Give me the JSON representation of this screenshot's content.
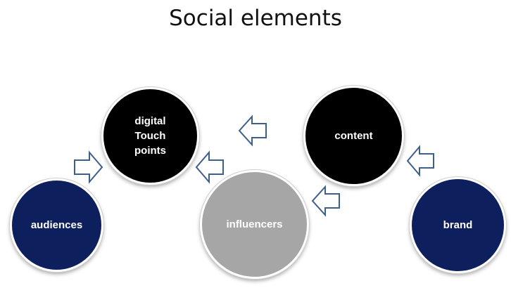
{
  "title": "Social elements",
  "nodes": {
    "digital_touch_points": {
      "label": "digital\nTouch\npoints",
      "color": "#000000"
    },
    "content": {
      "label": "content",
      "color": "#000000"
    },
    "audiences": {
      "label": "audiences",
      "color": "#0d1f5c"
    },
    "influencers": {
      "label": "influencers",
      "color": "#a6a6a6"
    },
    "brand": {
      "label": "brand",
      "color": "#0d1f5c"
    }
  },
  "arrow_color": "#3d5f8c",
  "edges": [
    {
      "from": "audiences",
      "to": "digital_touch_points"
    },
    {
      "from": "influencers",
      "to": "digital_touch_points"
    },
    {
      "from": "content",
      "to": "digital_touch_points"
    },
    {
      "from": "influencers",
      "to": "content"
    },
    {
      "from": "brand",
      "to": "content"
    }
  ]
}
